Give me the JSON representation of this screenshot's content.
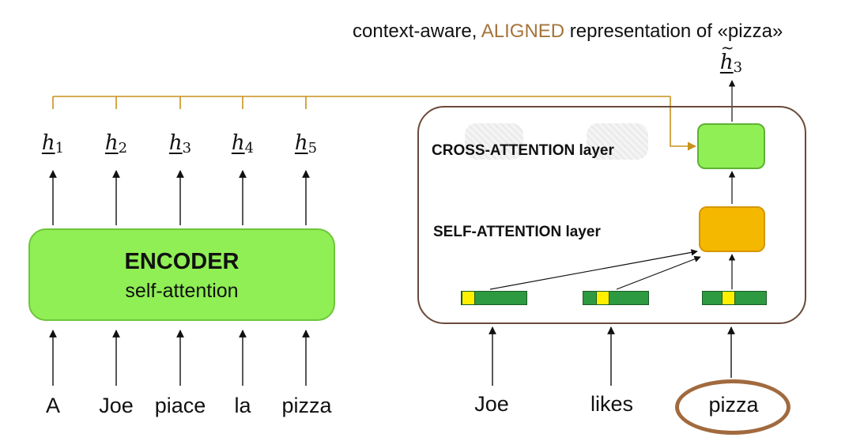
{
  "caption": {
    "prefix": "context-aware, ",
    "highlight": "ALIGNED",
    "suffix": " representation of «pizza»",
    "highlight_color": "#a5743a"
  },
  "output": {
    "symbol": "h",
    "tilde": "~",
    "index": "3"
  },
  "encoder": {
    "title": "ENCODER",
    "subtitle": "self-attention",
    "color": "#8fef55",
    "inputs": [
      "A",
      "Joe",
      "piace",
      "la",
      "pizza"
    ],
    "outputs": [
      {
        "symbol": "h",
        "index": "1"
      },
      {
        "symbol": "h",
        "index": "2"
      },
      {
        "symbol": "h",
        "index": "3"
      },
      {
        "symbol": "h",
        "index": "4"
      },
      {
        "symbol": "h",
        "index": "5"
      }
    ]
  },
  "decoder": {
    "cross_label": "CROSS-ATTENTION layer",
    "self_label": "SELF-ATTENTION layer",
    "cross_color": "#8fef55",
    "self_color": "#f5b800",
    "inputs": [
      "Joe",
      "likes",
      "pizza"
    ],
    "highlighted_input": "pizza",
    "ring_color": "#a16a3e"
  },
  "connector_color": "#c8921c"
}
